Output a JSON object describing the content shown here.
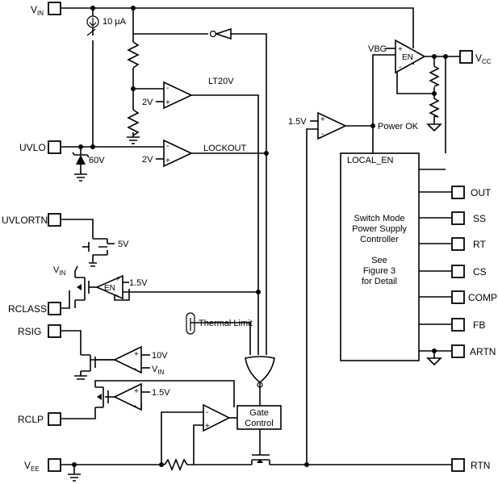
{
  "pins": {
    "vin": "V",
    "vin_sub": "IN",
    "uvlo": "UVLO",
    "uvlortn": "UVLORTN",
    "rclass": "RCLASS",
    "rsig": "RSIG",
    "rclp": "RCLP",
    "vee": "V",
    "vee_sub": "EE",
    "vcc": "V",
    "vcc_sub": "CC",
    "out": "OUT",
    "ss": "SS",
    "rt": "RT",
    "cs": "CS",
    "comp": "COMP",
    "fb": "FB",
    "artn": "ARTN",
    "rtn": "RTN"
  },
  "labels": {
    "current_source": "10 µA",
    "lt20v": "LT20V",
    "lockout": "LOCKOUT",
    "ref_2v_a": "2V",
    "ref_2v_b": "2V",
    "zener": "60V",
    "ref_5v": "5V",
    "vin_small": "V",
    "vin_small_sub": "IN",
    "en_a": "EN",
    "ref_1v5_a": "1.5V",
    "thermal": "Thermal Limit",
    "ref_10v": "10V",
    "vin_small2": "V",
    "vin_small2_sub": "IN",
    "ref_1v5_b": "1.5V",
    "gate_1": "Gate",
    "gate_2": "Control",
    "vbg": "VBG",
    "en_b": "EN",
    "ref_1v5_c": "1.5V",
    "power_ok": "Power OK",
    "local_en": "LOCAL_EN",
    "plus": "+",
    "minus": "-"
  },
  "controller": {
    "line1": "Switch Mode",
    "line2": "Power Supply",
    "line3": "Controller",
    "line4": "See",
    "line5": "Figure 3",
    "line6": "for Detail"
  }
}
